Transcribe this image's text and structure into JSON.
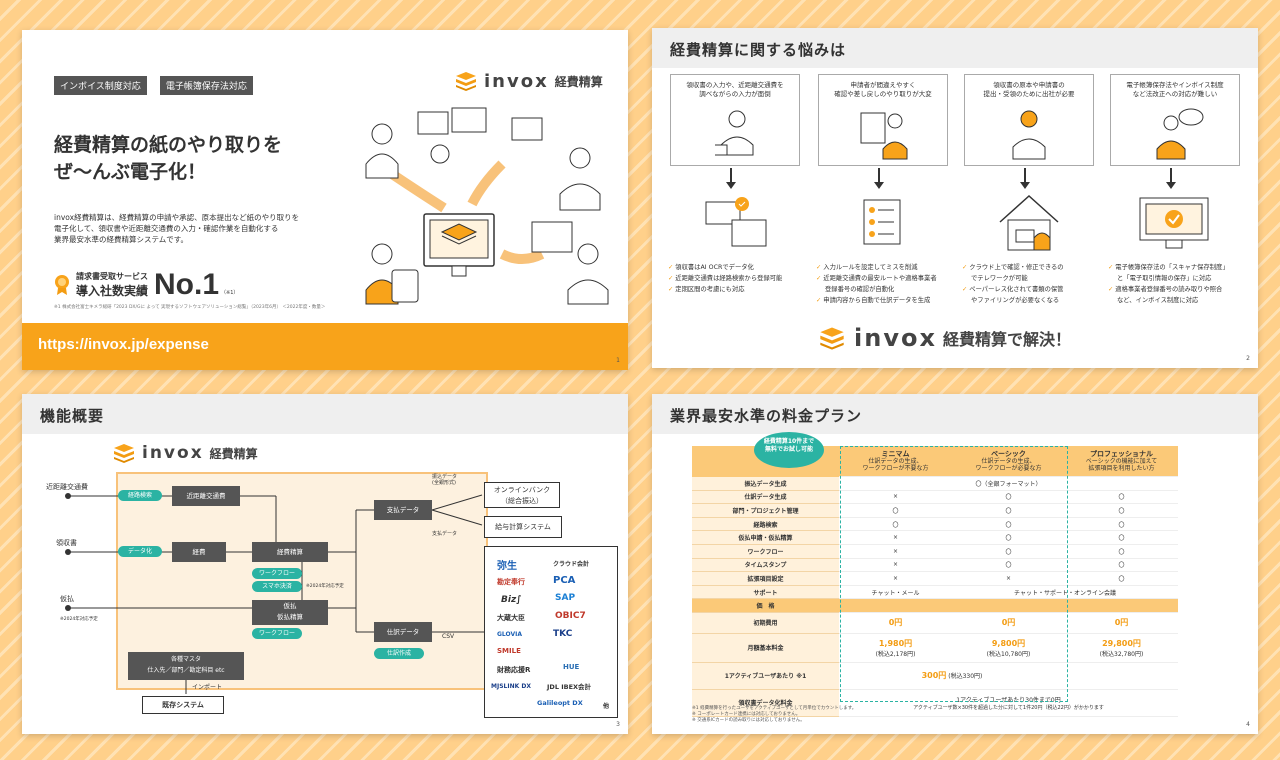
{
  "slide1": {
    "tags": [
      "インボイス制度対応",
      "電子帳簿保存法対応"
    ],
    "logo_text": "invox",
    "logo_sub": "経費精算",
    "headline": [
      "経費精算の紙のやり取りを",
      "ぜ〜んぶ電子化！"
    ],
    "description": [
      "invox経費精算は、経費精算の申請や承認、原本提出など紙のやり取りを",
      "電子化して、領収書や近距離交通費の入力・確認作業を自動化する",
      "業界最安水準の経費精算システムです。"
    ],
    "award_line1": "請求書受取サービス",
    "award_line2": "導入社数実績",
    "award_no1": "No.1",
    "award_note_mark": "（※1）",
    "footnote": "※1 株式会社富士キメラ総研「2023 DX/Gに よって 実現するソフトウェアソリューション総覧」（2023年6月） ＜2022年度・数量＞",
    "url": "https://invox.jp/expense",
    "page": "1"
  },
  "slide2": {
    "title": "経費精算に関する悩みは",
    "columns": [
      {
        "problem": [
          "領収書の入力や、近距離交通費を",
          "調べながらの入力が面倒"
        ],
        "points": [
          "領収書はAI OCRでデータ化",
          "近距離交通費は経路検索から登録可能",
          "定期区間の考慮にも対応"
        ]
      },
      {
        "problem": [
          "申請者が間違えやすく",
          "確認や差し戻しのやり取りが大変"
        ],
        "points": [
          "入力ルールを設定してミスを削減",
          "近距離交通費の最安ルートや適格事業者",
          "登録番号の確認が自動化",
          "申請内容から自動で仕訳データを生成"
        ]
      },
      {
        "problem": [
          "領収書の原本や申請書の",
          "提出・受領のために出社が必要"
        ],
        "points": [
          "クラウド上で確認・修正できるの",
          "でテレワークが可能",
          "ペーパーレス化されて書類の保管",
          "やファイリングが必要なくなる"
        ]
      },
      {
        "problem": [
          "電子帳簿保存法やインボイス制度",
          "など法改正への対応が難しい"
        ],
        "points": [
          "電子帳簿保存法の「スキャナ保存制度」",
          "と「電子取引情報の保存」に対応",
          "適格事業者登録番号の読み取りや照合",
          "など、インボイス制度に対応"
        ]
      }
    ],
    "solution_logo": "invox",
    "solution_text": "経費精算で解決！",
    "page": "2"
  },
  "slide3": {
    "title": "機能概要",
    "logo_text": "invox",
    "logo_sub": "経費精算",
    "inputs": [
      "近距離交通費",
      "領収書",
      "仮払"
    ],
    "input_note": "※2024年対応予定",
    "teal_tags": [
      "経路検索",
      "データ化",
      "ワークフロー",
      "スマホ決済",
      "ワークフロー",
      "仕訳作成"
    ],
    "teal_note": "※2024年対応予定",
    "nodes": [
      "近距離交通費",
      "経費",
      "経費精算",
      "仮払\n仮払精算",
      "支払データ",
      "仕訳データ",
      "各種マスタ\n仕入先／部門／勘定科目 etc"
    ],
    "import_label": "インポート",
    "existing_system": "既存システム",
    "transfer_label": "振込データ\n(全銀形式)",
    "payment_label": "支払データ",
    "csv_label": "CSV",
    "outputs": [
      "オンラインバンク\n（総合振込）",
      "給与計算システム"
    ],
    "partners": [
      "弥生",
      "クラウド会計",
      "勘定奉行",
      "PCA",
      "Biz∫",
      "SAP",
      "大蔵大臣",
      "OBIC7",
      "GLOVIA",
      "TKC",
      "SMILE",
      "財務応援R",
      "HUE",
      "MJSLINK DX",
      "JDL IBEX会計",
      "Galileopt DX",
      "他"
    ],
    "page": "3"
  },
  "slide4": {
    "title": "業界最安水準の料金プラン",
    "bubble": [
      "経費精算10件まで",
      "無料でお試し可能"
    ],
    "plans": [
      {
        "name": "ミニマム",
        "desc": [
          "仕訳データの生成、",
          "ワークフローが不要な方"
        ]
      },
      {
        "name": "ベーシック",
        "desc": [
          "仕訳データの生成、",
          "ワークフローが必要な方"
        ]
      },
      {
        "name": "プロフェッショナル",
        "desc": [
          "ベーシックの機能に加えて",
          "拡張項目を利用したい方"
        ]
      }
    ],
    "features": [
      {
        "label": "振込データ生成",
        "vals": [
          "",
          "〇（全銀フォーマット）",
          ""
        ]
      },
      {
        "label": "仕訳データ生成",
        "vals": [
          "×",
          "〇",
          "〇"
        ]
      },
      {
        "label": "部門・プロジェクト管理",
        "vals": [
          "〇",
          "〇",
          "〇"
        ]
      },
      {
        "label": "経路検索",
        "vals": [
          "〇",
          "〇",
          "〇"
        ]
      },
      {
        "label": "仮払申請・仮払精算",
        "vals": [
          "×",
          "〇",
          "〇"
        ]
      },
      {
        "label": "ワークフロー",
        "vals": [
          "×",
          "〇",
          "〇"
        ]
      },
      {
        "label": "タイムスタンプ",
        "vals": [
          "×",
          "〇",
          "〇"
        ]
      },
      {
        "label": "拡張項目設定",
        "vals": [
          "×",
          "×",
          "〇"
        ]
      },
      {
        "label": "サポート",
        "vals": [
          "チャット・メール",
          "チャット・サポート・オンライン会議",
          ""
        ]
      }
    ],
    "price_header": "価　格",
    "initial_label": "初期費用",
    "initial": [
      "0円",
      "0円",
      "0円"
    ],
    "monthly_label": "月額基本料金",
    "monthly": [
      "1,980円",
      "9,800円",
      "29,800円"
    ],
    "monthly_tax": [
      "(税込2,178円)",
      "(税込10,780円)",
      "(税込32,780円)"
    ],
    "per_user_label": "1アクティブユーザあたり ※1",
    "per_user": "300円",
    "per_user_tax": "(税込330円)",
    "receipt_label": "領収書データ化料金",
    "receipt_line1": "1アクティブユーザあたり30件まで0円",
    "receipt_line2": "アクティブユーザ数×30件を超過した分に対して1件20円（税込22円）がかかります",
    "notes": [
      "※1 経費精算を行ったユーザをアクティブユーザとして月単位でカウントします。",
      "※ コーポレートカード連携には対応しておりません。",
      "※ 交通系ICカードの読み取りには対応しておりません。"
    ],
    "page": "4"
  },
  "colors": {
    "brand_orange": "#f8a31a",
    "teal": "#2bb3a3",
    "dark_gray": "#555555"
  }
}
